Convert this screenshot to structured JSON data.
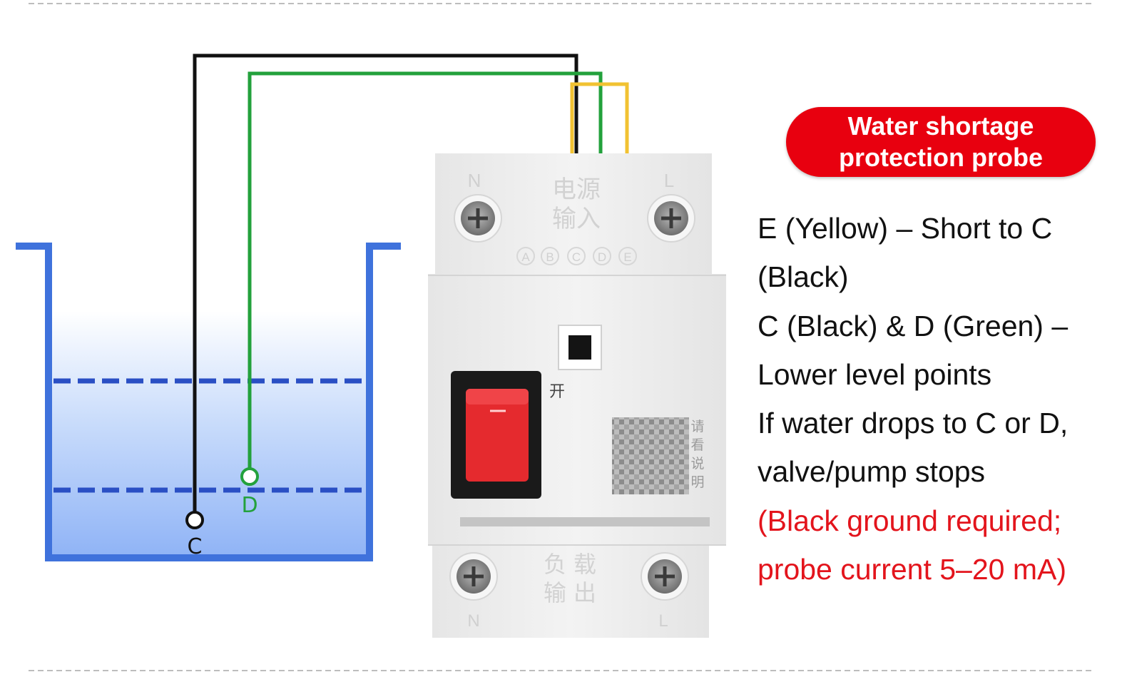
{
  "badge": {
    "line1": "Water shortage",
    "line2": "protection probe",
    "color": "#e8000f"
  },
  "description": {
    "lines": [
      "E (Yellow) – Short to C",
      "(Black)",
      "C (Black) & D (Green) –",
      "Lower level points",
      "If water drops to C or D,",
      "valve/pump stops"
    ],
    "note_lines": [
      "(Black ground required;",
      "probe current 5–20 mA)"
    ],
    "note_color": "#e3141c"
  },
  "tank": {
    "probe_c": "C",
    "probe_d": "D",
    "wall_color": "#3f72dc",
    "level_line_color": "#2a4fc4"
  },
  "wires": {
    "black": "#111111",
    "green": "#23a13c",
    "yellow": "#f1c232"
  },
  "device": {
    "top_left_label": "N",
    "top_right_label": "L",
    "top_text_1": "电源",
    "top_text_2": "输入",
    "terminals": [
      "A",
      "B",
      "C",
      "D",
      "E"
    ],
    "switch_label": "开",
    "side_text": [
      "请",
      "看",
      "说",
      "明"
    ],
    "bottom_text_1": "负",
    "bottom_text_2": "载",
    "bottom_text_3": "输",
    "bottom_text_4": "出",
    "bottom_left_label": "N",
    "bottom_right_label": "L",
    "switch_color": "#e52a2e"
  }
}
